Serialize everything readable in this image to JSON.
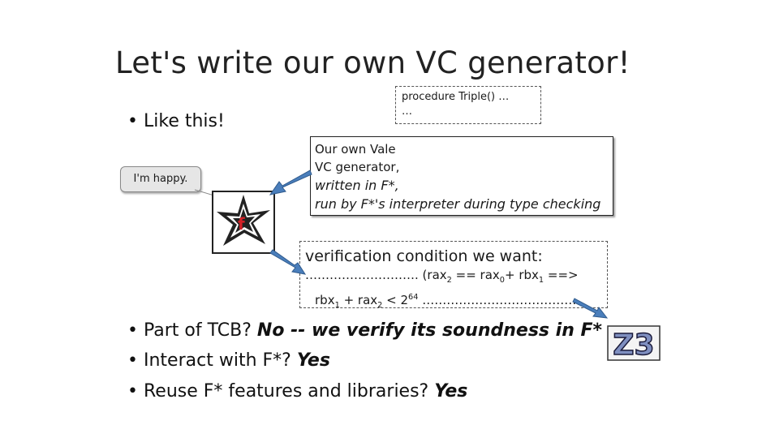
{
  "slide": {
    "title": "Let's write our own VC generator!",
    "bullet_like": "Like this!",
    "bubble_text": "I'm happy.",
    "code_line1": "procedure Triple() …",
    "code_line2": "…",
    "vale_line1": "Our own Vale",
    "vale_line2": "VC generator,",
    "vale_line3": "written in F*,",
    "vale_line4": "run by F*'s interpreter during type checking",
    "vc_heading": "verification condition we want:",
    "vc_dots1": "………………………. ",
    "vc_rax": "(rax",
    "vc_sub2": "2",
    "vc_eq": " == rax",
    "vc_sub0": "0",
    "vc_plus": "+ rbx",
    "vc_sub1": "1",
    "vc_impl": " ==>",
    "vc_rbx": "rbx",
    "vc_sub1b": "1",
    "vc_plusrax": " + rax",
    "vc_sub2b": "2",
    "vc_lt": " < 2",
    "vc_sup64": "64",
    "vc_dots2": "  …………………………………",
    "b1_plain": "Part of TCB?  ",
    "b1_italic": "No -- we verify its soundness in F*",
    "b2_plain": "Interact with F*?  ",
    "b2_italic": "Yes",
    "b3_plain": "Reuse F* features and libraries?  ",
    "b3_italic": "Yes",
    "z3_label": "Z3"
  },
  "colors": {
    "arrow_fill": "#4a7ebb",
    "arrow_stroke": "#2f5a8c",
    "logo_red": "#d42027",
    "z3_fill": "#7f8fc0"
  }
}
